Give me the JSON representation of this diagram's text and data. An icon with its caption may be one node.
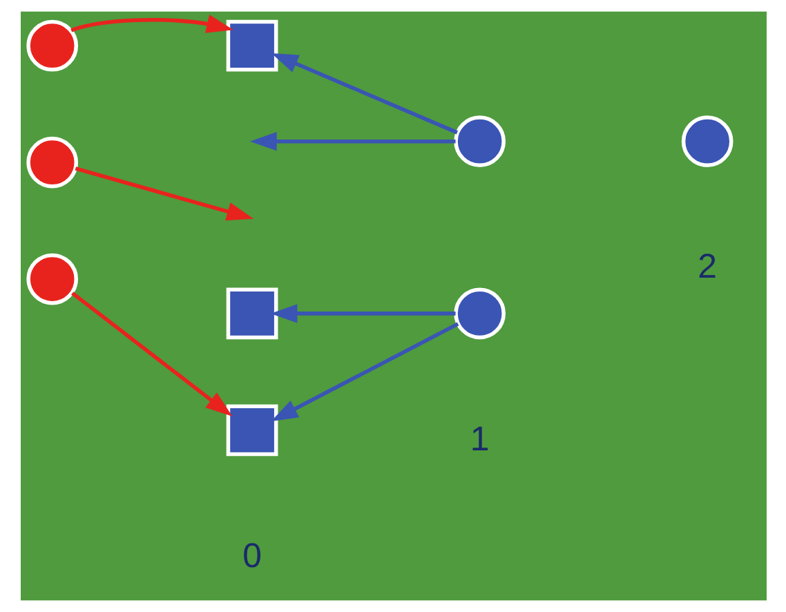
{
  "diagram": {
    "nodes": [
      {
        "text": [],
        "shape": "circle"
      },
      {
        "text": [],
        "shape": "box"
      },
      {
        "text": [],
        "shape": "circle"
      },
      {
        "text": [],
        "shape": "circle"
      },
      {
        "text": [],
        "shape": "circle"
      },
      {
        "text": [],
        "shape": "box"
      },
      {
        "text": [],
        "shape": "circle"
      },
      {
        "text": [],
        "shape": "circle"
      },
      {
        "text": [],
        "shape": "box"
      }
    ],
    "edges": [
      {
        "from": 0,
        "to": 1,
        "arrow": "to",
        "color": "#e8231e"
      },
      {
        "from": 2,
        "to": 1,
        "arrow": "to"
      },
      {
        "from": 2,
        "to": null,
        "arrow": "to"
      },
      {
        "from": 3,
        "to": null,
        "arrow": "to",
        "color": "#e8231e"
      },
      {
        "from": 6,
        "to": 5,
        "arrow": "to"
      },
      {
        "from": 6,
        "to": 8,
        "arrow": "to"
      },
      {
        "from": 7,
        "to": 8,
        "arrow": "to",
        "color": "#e8231e"
      }
    ],
    "labels": [
      "0",
      "1",
      "2"
    ]
  }
}
